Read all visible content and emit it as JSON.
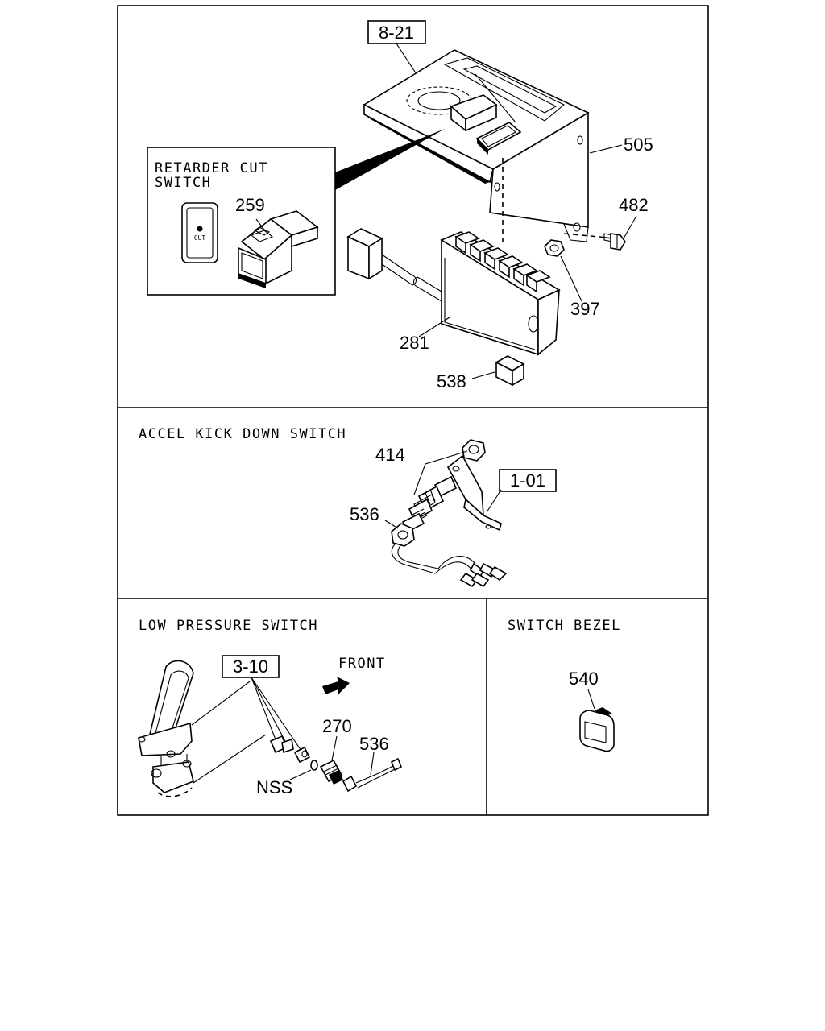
{
  "sections": {
    "retarder_cut_switch": {
      "title_line1": "RETARDER CUT",
      "title_line2": "SWITCH",
      "switch_text": "CUT"
    },
    "accel_kick_down": {
      "title": "ACCEL KICK DOWN SWITCH"
    },
    "low_pressure": {
      "title": "LOW PRESSURE SWITCH",
      "front_label": "FRONT"
    },
    "switch_bezel": {
      "title": "SWITCH BEZEL"
    }
  },
  "part_refs": {
    "r821": "8-21",
    "r505": "505",
    "r482": "482",
    "r259": "259",
    "r397": "397",
    "r281": "281",
    "r538": "538",
    "r414": "414",
    "r101": "1-01",
    "r536a": "536",
    "r310": "3-10",
    "r270": "270",
    "r536b": "536",
    "rnss": "NSS",
    "r540": "540"
  }
}
